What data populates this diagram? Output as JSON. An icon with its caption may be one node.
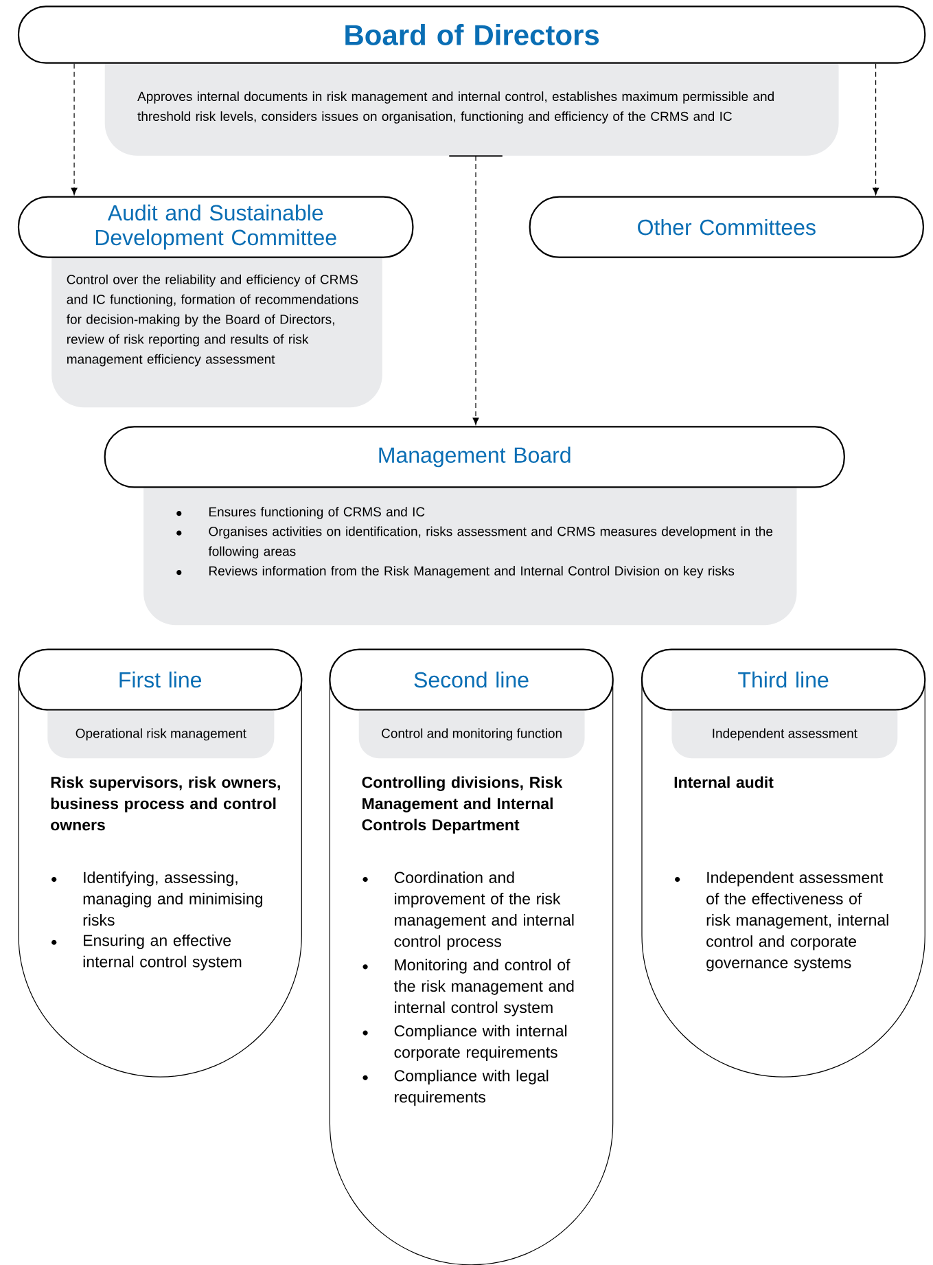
{
  "diagram": {
    "nodes": [
      {
        "text": [
          "Board of Directors"
        ]
      },
      {
        "text": [
          "Approves internal documents in risk management and internal control, establishes maximum permissible and threshold risk levels, considers issues on organisation, functioning and efficiency of the CRMS and IC"
        ]
      },
      {
        "text": [
          "Audit and Sustainable Development Committee"
        ]
      },
      {
        "text": [
          "Control over the reliability and efficiency of CRMS and IC functioning, formation of recommendations for decision-making by the Board of Directors, review of risk reporting and results of risk management efficiency assessment"
        ]
      },
      {
        "text": [
          "Other Committees"
        ]
      },
      {
        "text": [
          "Management Board"
        ]
      },
      {
        "text": [
          "Ensures functioning of CRMS and IC",
          "Organises activities on identification, risks assessment and CRMS measures development in the following areas",
          "Reviews information from the Risk Management and Internal Control Division on key risks"
        ]
      },
      {
        "text": [
          "First line",
          "Risk supervisors, risk owners, business process and control owners",
          "Identifying, assessing, managing and minimising risks",
          "Ensuring an effective internal control system"
        ]
      },
      {
        "text": [
          "Operational risk management"
        ],
        "in": 7
      },
      {
        "text": [
          "Second line",
          "Controlling divisions, Risk Management and Internal Controls Department",
          "Coordination and improvement of the risk management and internal control process",
          "Monitoring and control of the risk management and internal control system",
          "Compliance with internal corporate requirements",
          "Compliance with legal requirements"
        ]
      },
      {
        "text": [
          "Control and monitoring function"
        ],
        "in": 9
      },
      {
        "text": [
          "Third line",
          "Internal audit",
          "Independent assessment of the effectiveness of risk management, internal control and corporate governance systems"
        ]
      },
      {
        "text": [
          "Independent assessment"
        ],
        "in": 11
      }
    ],
    "edges": [
      {
        "from": 0,
        "to": 2,
        "arrow": "to",
        "style": "dashed"
      },
      {
        "from": 0,
        "to": 4,
        "arrow": "to",
        "style": "dashed"
      },
      {
        "from": 1,
        "to": 5,
        "arrow": "to",
        "style": "dashed"
      }
    ]
  }
}
